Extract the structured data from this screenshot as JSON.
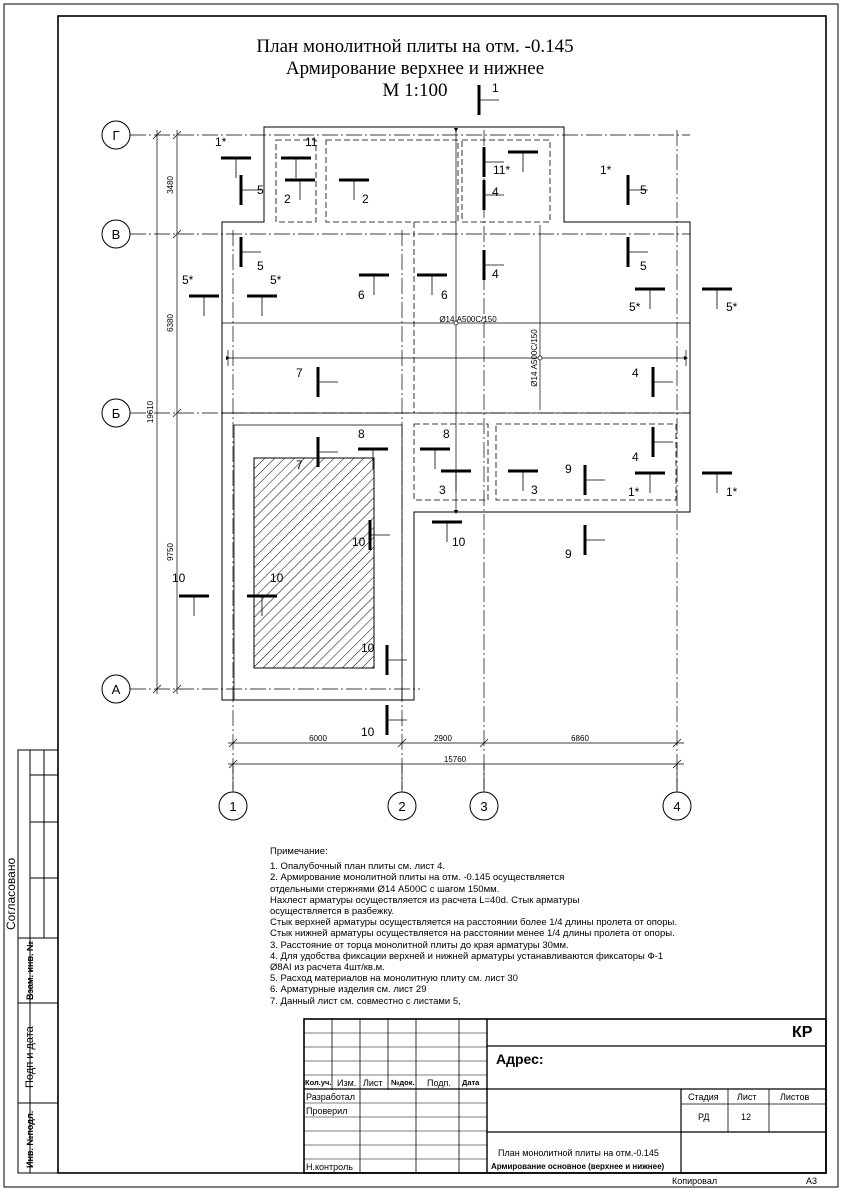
{
  "title": {
    "line1": "План монолитной плиты на отм. -0.145",
    "line2": "Армирование верхнее и нижнее",
    "line3": "М 1:100"
  },
  "axes": {
    "rows": [
      "Г",
      "В",
      "Б",
      "А"
    ],
    "cols": [
      "1",
      "2",
      "3",
      "4"
    ]
  },
  "dims": {
    "horizontal": [
      "6000",
      "2900",
      "6860",
      "15760"
    ],
    "vertical": [
      "3480",
      "6380",
      "9750",
      "19610"
    ]
  },
  "rebar_labels": {
    "top_bars": "Ø14 А500С/150",
    "vertical_bars": "Ø14 А500С/150"
  },
  "marks": [
    {
      "t": "1"
    },
    {
      "t": "1*"
    },
    {
      "t": "11"
    },
    {
      "t": "11*"
    },
    {
      "t": "1*"
    },
    {
      "t": "5"
    },
    {
      "t": "2"
    },
    {
      "t": "2"
    },
    {
      "t": "4"
    },
    {
      "t": "5"
    },
    {
      "t": "5"
    },
    {
      "t": "4"
    },
    {
      "t": "5"
    },
    {
      "t": "5*"
    },
    {
      "t": "5*"
    },
    {
      "t": "6"
    },
    {
      "t": "6"
    },
    {
      "t": "5*"
    },
    {
      "t": "5*"
    },
    {
      "t": "7"
    },
    {
      "t": "4"
    },
    {
      "t": "8"
    },
    {
      "t": "8"
    },
    {
      "t": "7"
    },
    {
      "t": "4"
    },
    {
      "t": "9"
    },
    {
      "t": "3"
    },
    {
      "t": "3"
    },
    {
      "t": "1*"
    },
    {
      "t": "1*"
    },
    {
      "t": "10"
    },
    {
      "t": "10"
    },
    {
      "t": "9"
    },
    {
      "t": "10"
    },
    {
      "t": "10"
    },
    {
      "t": "10"
    },
    {
      "t": "10"
    }
  ],
  "notes": {
    "heading": "Примечание:",
    "lines": [
      "1.  Опалубочный план плиты см. лист 4.",
      "2.  Армирование монолитной плиты на отм. -0.145 осуществляется",
      "      отдельными стержнями Ø14 А500С с шагом 150мм.",
      "      Нахлест арматуры осуществляется из расчета L=40d. Стык арматуры",
      "      осуществляется в разбежку.",
      "      Стык верхней арматуры осуществляется на расстоянии более 1/4 длины пролета от опоры.",
      "      Стык нижней арматуры осуществляется на расстоянии менее 1/4 длины пролета от опоры.",
      "3.  Расстояние от торца монолитной плиты до края арматуры 30мм.",
      "4.  Для удобства фиксации верхней и нижней арматуры устанавливаются фиксаторы Ф-1",
      "      Ø8АI из расчета 4шт/кв.м.",
      "5.  Расход материалов на монолитную плиту см. лист 30",
      "6.  Арматурные изделия см. лист 29",
      "7.  Данный лист см. совместно с листами 5,"
    ]
  },
  "side_stamps": {
    "agreed": "Согласовано",
    "inv_replace": "Взам. инв. №",
    "sign_date": "Подп и дата",
    "inv_orig": "Инв. №подл."
  },
  "stamp": {
    "code": "КР",
    "address_label": "Адрес:",
    "col_headers": [
      "Кол.уч.",
      "Изм.",
      "Лист",
      "№док.",
      "Подп.",
      "Дата"
    ],
    "roles": [
      "Разработал",
      "Проверил",
      "Н.контроль"
    ],
    "stage_label": "Стадия",
    "sheet_label": "Лист",
    "sheets_label": "Листов",
    "stage_value": "РД",
    "sheet_value": "12",
    "sheet_title_1": "План монолитной плиты на отм.-0.145",
    "sheet_title_2": "Армирование основное (верхнее и нижнее)",
    "copied": "Копировал",
    "format": "А3"
  }
}
